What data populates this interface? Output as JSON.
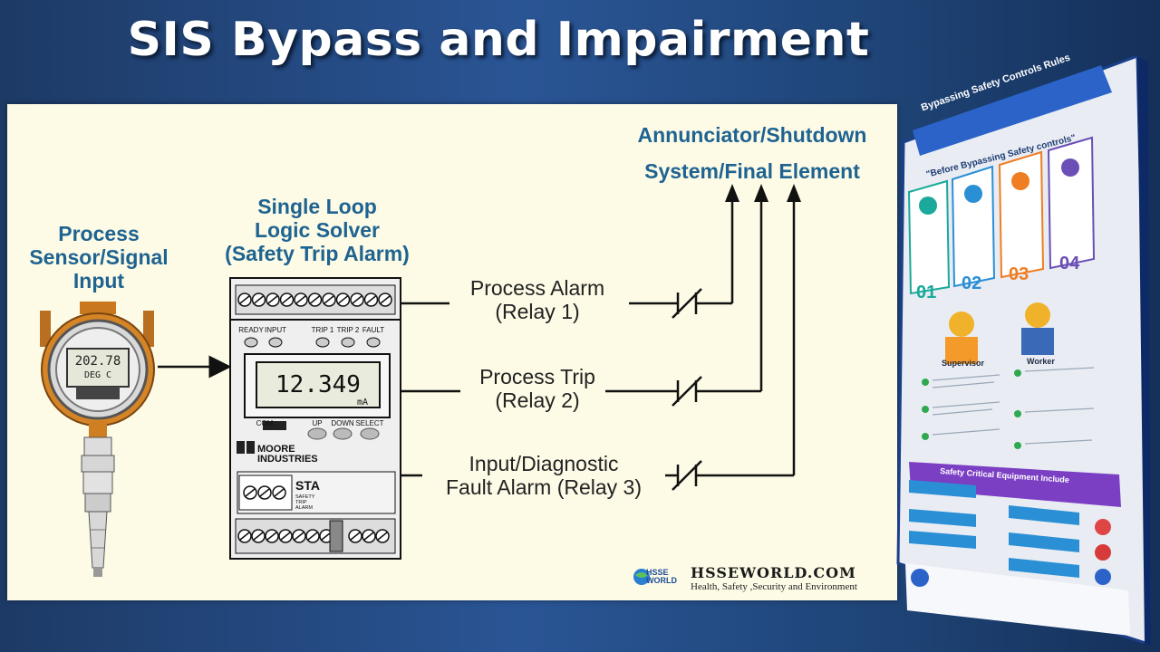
{
  "slide": {
    "title": "SIS Bypass and Impairment"
  },
  "diagram": {
    "sensor_label": "Process Sensor/Signal Input",
    "sensor_label_lines": [
      "Process",
      "Sensor/Signal",
      "Input"
    ],
    "sensor_display": {
      "value": "202.78",
      "unit": "DEG C"
    },
    "solver_label_lines": [
      "Single Loop",
      "Logic Solver",
      "(Safety Trip Alarm)"
    ],
    "solver": {
      "indicators": [
        "READY",
        "INPUT",
        "TRIP 1",
        "TRIP 2",
        "FAULT"
      ],
      "display_value": "12.349",
      "display_unit": "mA",
      "com_label": "COM",
      "buttons": [
        "UP",
        "DOWN",
        "SELECT"
      ],
      "brand_lines": [
        "MOORE",
        "INDUSTRIES"
      ],
      "model": "STA",
      "model_sub_lines": [
        "SAFETY",
        "TRIP",
        "ALARM"
      ]
    },
    "output_label_lines": [
      "Annunciator/Shutdown",
      "System/Final Element"
    ],
    "relays": [
      {
        "lines": [
          "Process Alarm",
          "(Relay 1)"
        ]
      },
      {
        "lines": [
          "Process Trip",
          "(Relay 2)"
        ]
      },
      {
        "lines": [
          "Input/Diagnostic",
          "Fault Alarm (Relay 3)"
        ]
      }
    ],
    "watermark": {
      "site": "HSSEWORLD.COM",
      "tagline": "Health, Safety ,Security and Environment",
      "logo_lines": [
        "HSSE",
        "WORLD"
      ]
    }
  },
  "poster": {
    "title": "Bypassing Safety Controls Rules",
    "subtitle": "\"Before Bypassing Safety controls\"",
    "steps": [
      "01",
      "02",
      "03",
      "04"
    ],
    "roles": [
      "Supervisor",
      "Worker"
    ],
    "equipment_header": "Safety Critical Equipment Include",
    "colors": {
      "banner": "#2b63c9",
      "step1": "#1aa99a",
      "step2": "#2b8fd6",
      "step3": "#ef7d22",
      "step4": "#6a4fb6"
    }
  }
}
